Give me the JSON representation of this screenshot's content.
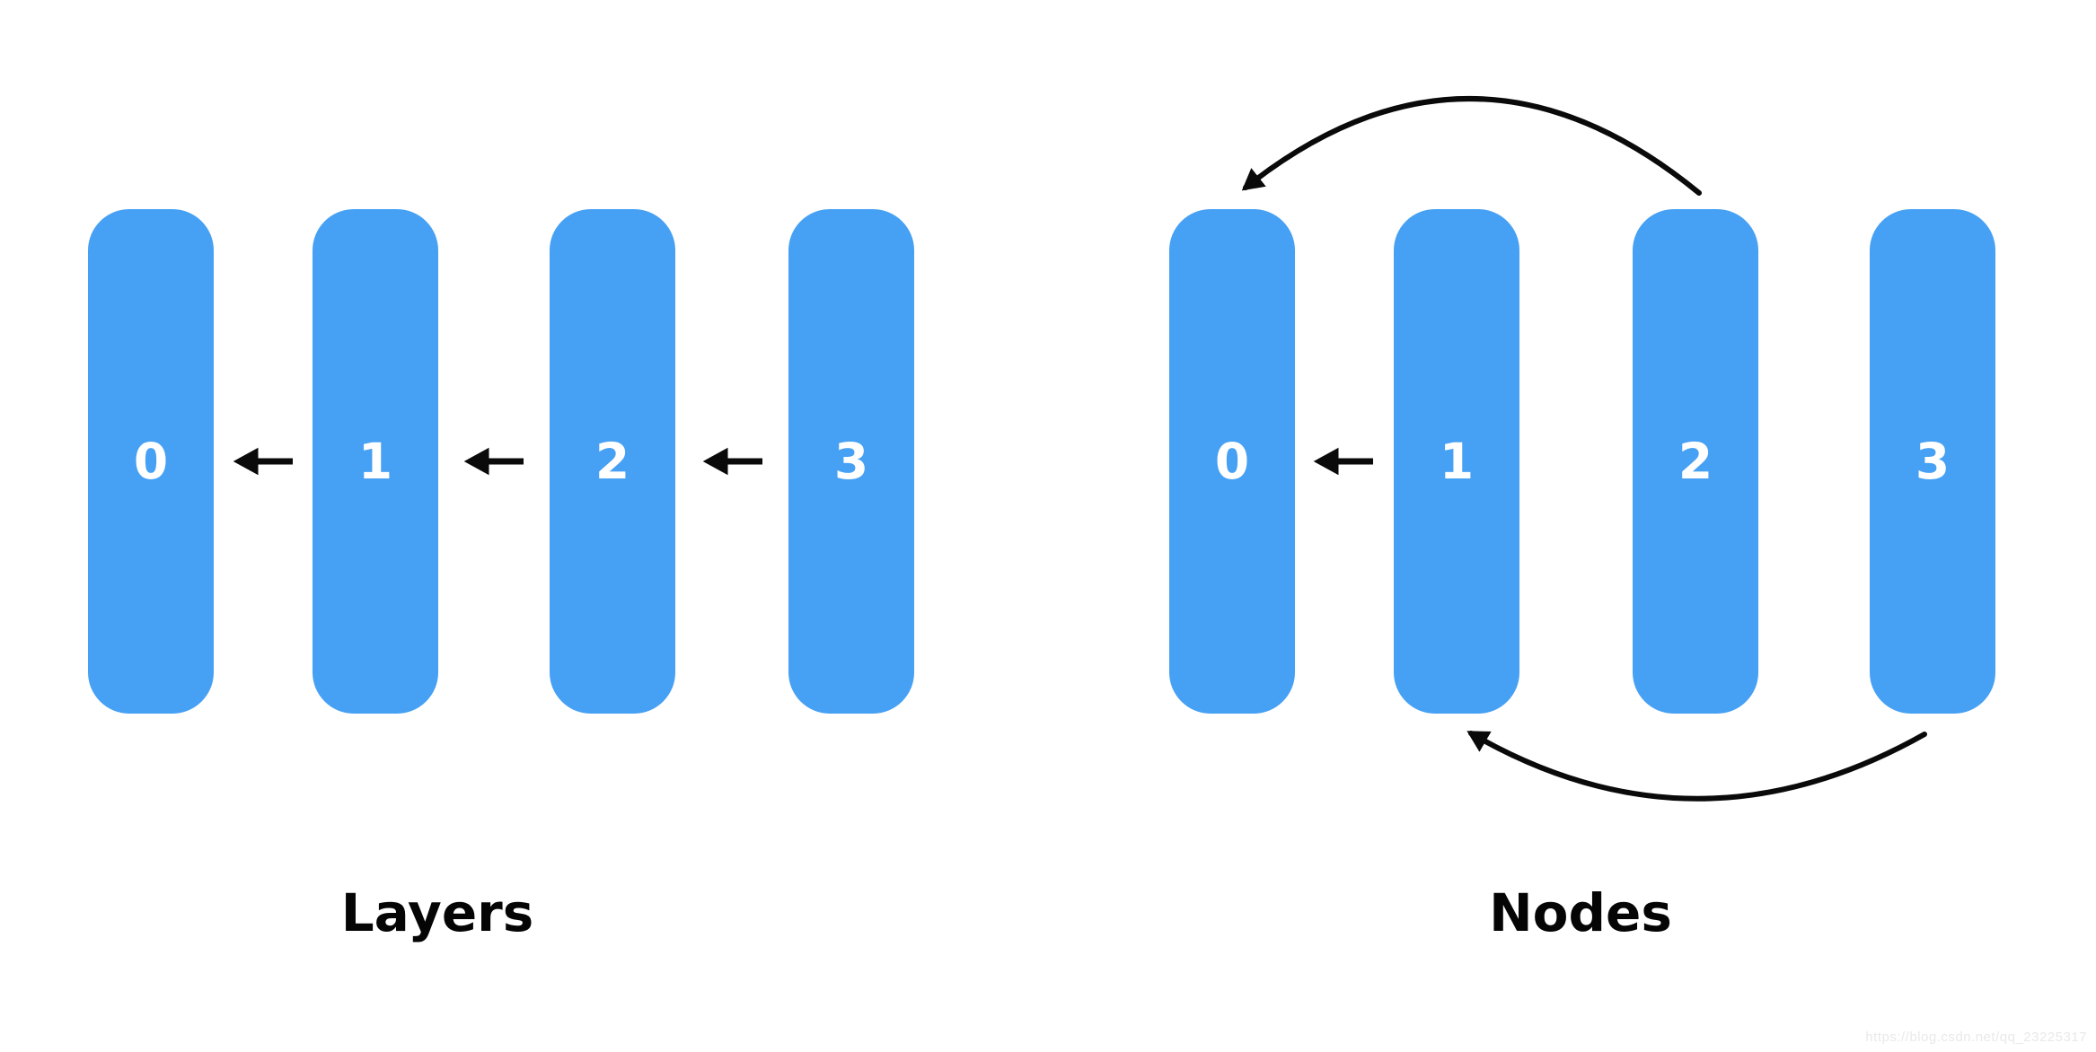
{
  "colors": {
    "background": "#ffffff",
    "bar": "#46a0f3",
    "bar_text": "#ffffff",
    "arrow": "#0a0a0a",
    "title_text": "#050505",
    "watermark": "#e9e9e9"
  },
  "groups": [
    {
      "title": "Layers",
      "bars": [
        "0",
        "1",
        "2",
        "3"
      ],
      "edges": [
        {
          "from": "1",
          "to": "0",
          "style": "straight-left-arrow"
        },
        {
          "from": "2",
          "to": "1",
          "style": "straight-left-arrow"
        },
        {
          "from": "3",
          "to": "2",
          "style": "straight-left-arrow"
        }
      ]
    },
    {
      "title": "Nodes",
      "bars": [
        "0",
        "1",
        "2",
        "3"
      ],
      "edges": [
        {
          "from": "1",
          "to": "0",
          "style": "straight-left-arrow"
        },
        {
          "from": "2",
          "to": "0",
          "style": "curved-arc-over-top"
        },
        {
          "from": "3",
          "to": "1",
          "style": "curved-arc-under-bottom"
        }
      ]
    }
  ],
  "watermark_text": "https://blog.csdn.net/qq_23225317"
}
